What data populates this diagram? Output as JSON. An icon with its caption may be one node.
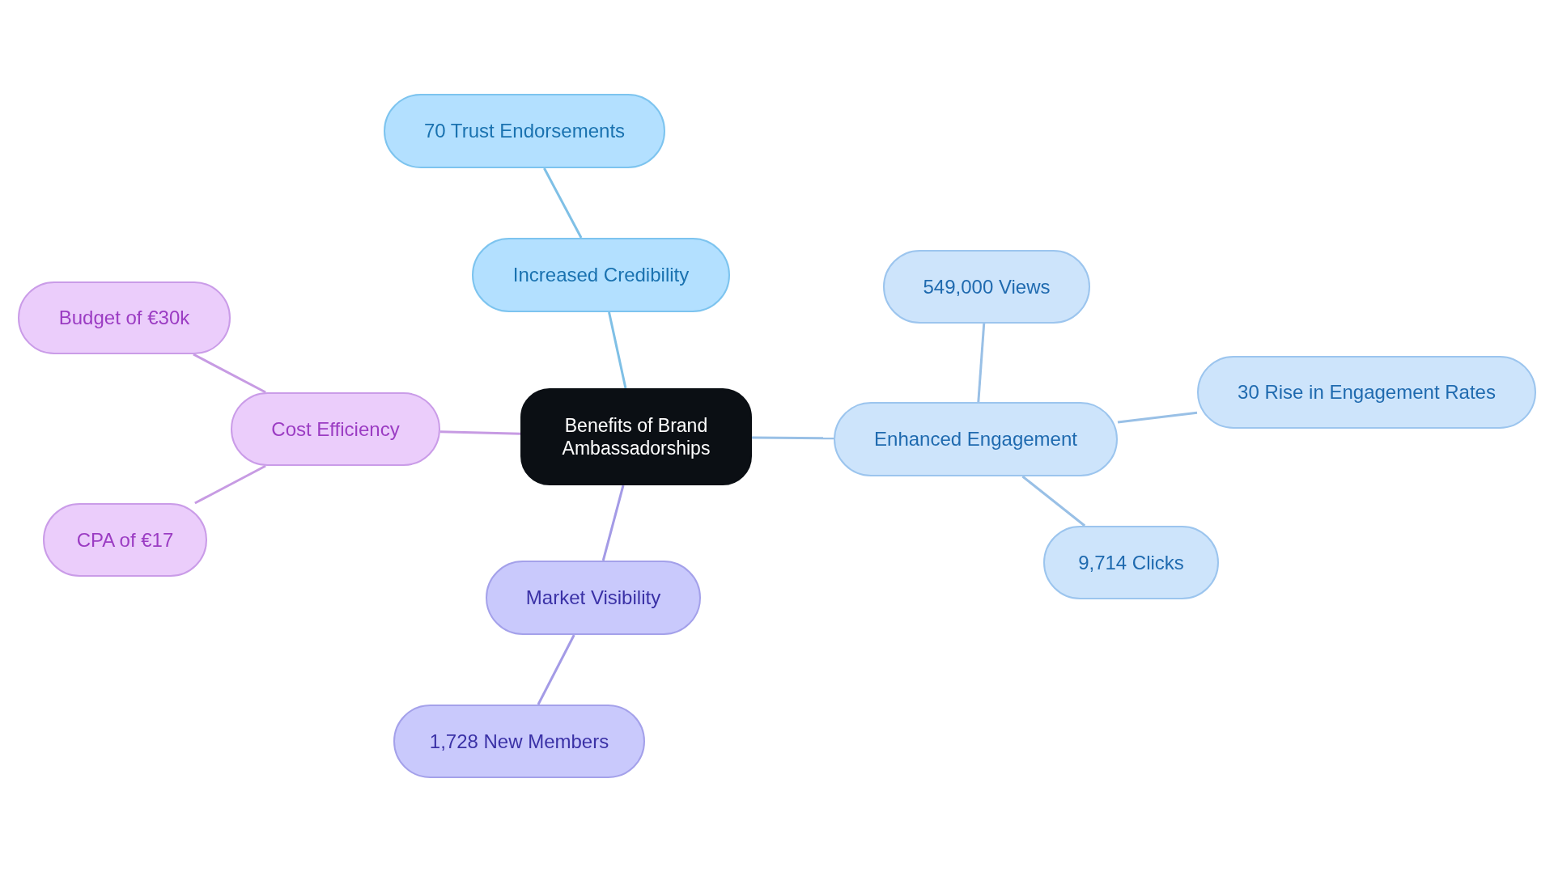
{
  "diagram": {
    "nodes": [
      {
        "text": [
          "Benefits of Brand Ambassadorships"
        ]
      },
      {
        "text": [
          "Increased Credibility"
        ]
      },
      {
        "text": [
          "70 Trust Endorsements"
        ]
      },
      {
        "text": [
          "549,000 Views"
        ]
      },
      {
        "text": [
          "Enhanced Engagement"
        ]
      },
      {
        "text": [
          "30 Rise in Engagement Rates"
        ]
      },
      {
        "text": [
          "9,714 Clicks"
        ]
      },
      {
        "text": [
          "Budget of €30k"
        ]
      },
      {
        "text": [
          "Cost Efficiency"
        ]
      },
      {
        "text": [
          "CPA of €17"
        ]
      },
      {
        "text": [
          "Market Visibility"
        ]
      },
      {
        "text": [
          "1,728 New Members"
        ]
      }
    ],
    "edges": [
      {
        "from": 0,
        "to": 1,
        "arrow": "none",
        "color": "#7fc0e6"
      },
      {
        "from": 1,
        "to": 2,
        "arrow": "none",
        "color": "#7fc0e6"
      },
      {
        "from": 0,
        "to": 4,
        "arrow": "none",
        "color": "#99c0e6"
      },
      {
        "from": 4,
        "to": 3,
        "arrow": "none",
        "color": "#99c0e6"
      },
      {
        "from": 4,
        "to": 5,
        "arrow": "none",
        "color": "#99c0e6"
      },
      {
        "from": 4,
        "to": 6,
        "arrow": "none",
        "color": "#99c0e6"
      },
      {
        "from": 0,
        "to": 8,
        "arrow": "none",
        "color": "#c79be3"
      },
      {
        "from": 8,
        "to": 7,
        "arrow": "none",
        "color": "#c79be3"
      },
      {
        "from": 8,
        "to": 9,
        "arrow": "none",
        "color": "#c79be3"
      },
      {
        "from": 0,
        "to": 10,
        "arrow": "none",
        "color": "#a49be6"
      },
      {
        "from": 10,
        "to": 11,
        "arrow": "none",
        "color": "#a49be6"
      }
    ]
  }
}
